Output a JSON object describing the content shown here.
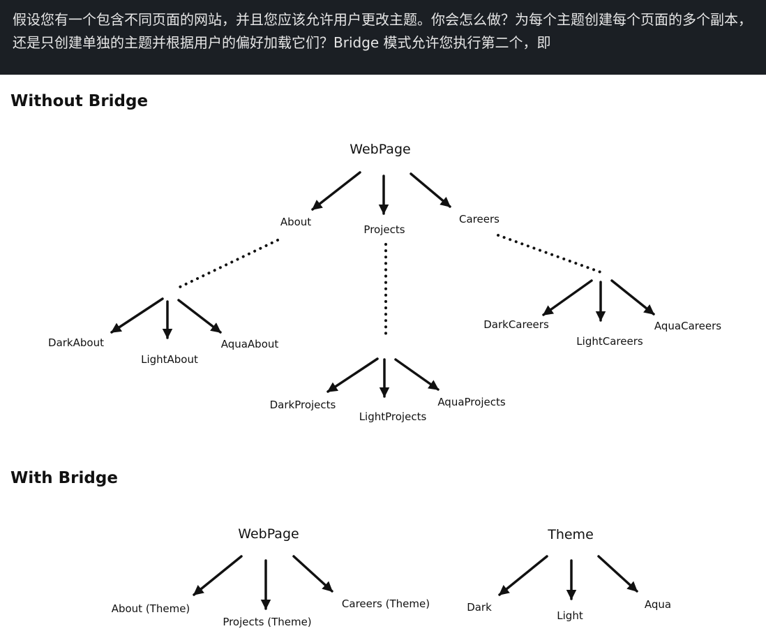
{
  "intro_text": "假设您有一个包含不同页面的网站，并且您应该允许用户更改主题。你会怎么做？为每个主题创建每个页面的多个副本，还是只创建单独的主题并根据用户的偏好加载它们？Bridge 模式允许您执行第二个，即",
  "without_bridge": {
    "heading": "Without Bridge",
    "root": "WebPage",
    "pages": [
      "About",
      "Projects",
      "Careers"
    ],
    "about_variants": [
      "DarkAbout",
      "LightAbout",
      "AquaAbout"
    ],
    "projects_variants": [
      "DarkProjects",
      "LightProjects",
      "AquaProjects"
    ],
    "careers_variants": [
      "DarkCareers",
      "LightCareers",
      "AquaCareers"
    ]
  },
  "with_bridge": {
    "heading": "With Bridge",
    "webpage_root": "WebPage",
    "webpage_children": [
      "About (Theme)",
      "Projects (Theme)",
      "Careers (Theme)"
    ],
    "theme_root": "Theme",
    "theme_children": [
      "Dark",
      "Light",
      "Aqua"
    ]
  },
  "colors": {
    "top_bar": "#1b1f24",
    "top_text": "#e6e6e6",
    "ink": "#111111"
  }
}
